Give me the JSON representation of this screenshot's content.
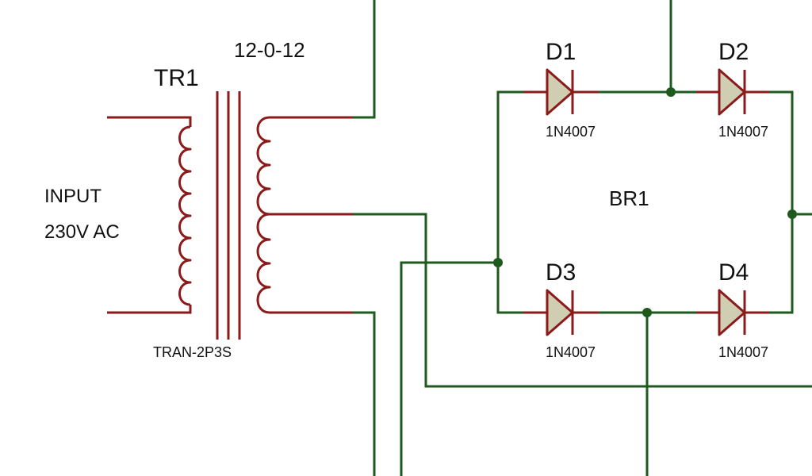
{
  "colors": {
    "wire": "#1e5a1e",
    "component": "#8b1a1a",
    "diode_fill": "#cfcdb2",
    "text": "#111111"
  },
  "input": {
    "line1": "INPUT",
    "line2": "230V AC"
  },
  "transformer": {
    "ref": "TR1",
    "rating": "12-0-12",
    "part": "TRAN-2P3S"
  },
  "bridge": {
    "ref": "BR1"
  },
  "diodes": [
    {
      "ref": "D1",
      "part": "1N4007"
    },
    {
      "ref": "D2",
      "part": "1N4007"
    },
    {
      "ref": "D3",
      "part": "1N4007"
    },
    {
      "ref": "D4",
      "part": "1N4007"
    }
  ]
}
